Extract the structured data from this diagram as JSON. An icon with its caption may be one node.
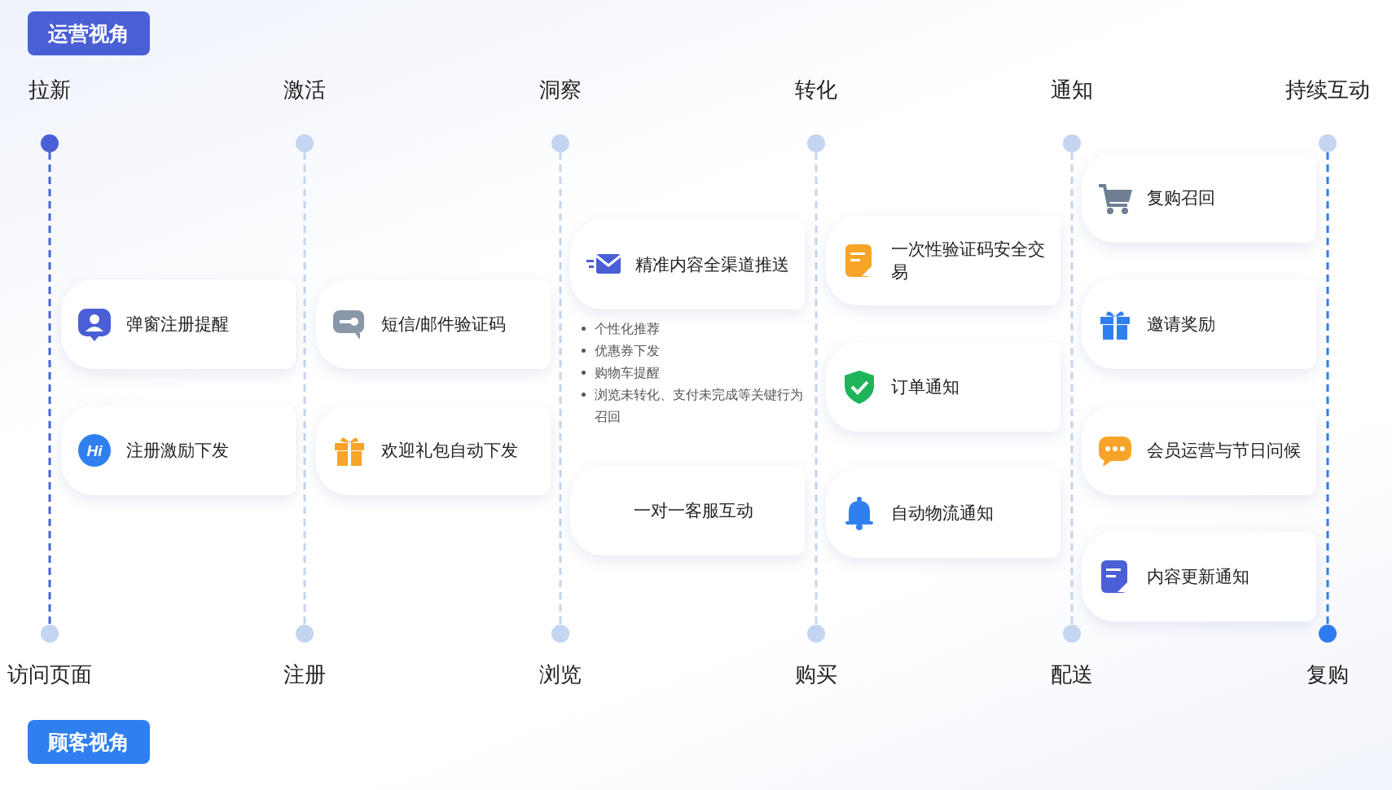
{
  "diagram": {
    "nodes": [
      {
        "text": [
          "运营视角"
        ]
      },
      {
        "text": [],
        "shape": "circle",
        "beside": [
          "拉新"
        ]
      },
      {
        "text": [],
        "shape": "circle",
        "beside": [
          "激活"
        ]
      },
      {
        "text": [],
        "shape": "circle",
        "beside": [
          "洞察"
        ]
      },
      {
        "text": [],
        "shape": "circle",
        "beside": [
          "转化"
        ]
      },
      {
        "text": [],
        "shape": "circle",
        "beside": [
          "通知"
        ]
      },
      {
        "text": [],
        "shape": "circle",
        "beside": [
          "持续互动"
        ]
      },
      {
        "text": [],
        "shape": "circle",
        "beside": [
          "访问页面"
        ]
      },
      {
        "text": [],
        "shape": "circle",
        "beside": [
          "注册"
        ]
      },
      {
        "text": [],
        "shape": "circle",
        "beside": [
          "浏览"
        ]
      },
      {
        "text": [],
        "shape": "circle",
        "beside": [
          "购买"
        ]
      },
      {
        "text": [],
        "shape": "circle",
        "beside": [
          "配送"
        ]
      },
      {
        "text": [],
        "shape": "circle",
        "beside": [
          "复购"
        ]
      },
      {
        "text": [
          "弹窗注册提醒"
        ]
      },
      {
        "text": [
          "注册激励下发"
        ]
      },
      {
        "text": [
          "短信/邮件验证码"
        ]
      },
      {
        "text": [
          "欢迎礼包自动下发"
        ]
      },
      {
        "text": [
          "精准内容全渠道推送"
        ]
      },
      {
        "text": [
          "一对一客服互动"
        ]
      },
      {
        "text": [
          "一次性验证码安全交易"
        ]
      },
      {
        "text": [
          "订单通知"
        ]
      },
      {
        "text": [
          "自动物流通知"
        ]
      },
      {
        "text": [
          "复购召回"
        ]
      },
      {
        "text": [
          "邀请奖励"
        ]
      },
      {
        "text": [
          "会员运营与节日问候"
        ]
      },
      {
        "text": [
          "内容更新通知"
        ]
      },
      {
        "text": [
          "顾客视角"
        ]
      }
    ],
    "edges": [
      {
        "from": 1,
        "to": 7,
        "arrow": "none",
        "style": "dashed",
        "color": "#4a63d8"
      },
      {
        "from": 2,
        "to": 8,
        "arrow": "none",
        "style": "dashed"
      },
      {
        "from": 3,
        "to": 9,
        "arrow": "none",
        "style": "dashed"
      },
      {
        "from": 4,
        "to": 10,
        "arrow": "none",
        "style": "dashed"
      },
      {
        "from": 5,
        "to": 11,
        "arrow": "none",
        "style": "dashed"
      },
      {
        "from": 6,
        "to": 12,
        "arrow": "none",
        "style": "dashed",
        "color": "#2f7cf0"
      }
    ],
    "labels": [
      "Hi",
      "个性化推荐",
      "优惠券下发",
      "购物车提醒",
      "浏览未转化、支付未完成等关键行为召回"
    ]
  }
}
